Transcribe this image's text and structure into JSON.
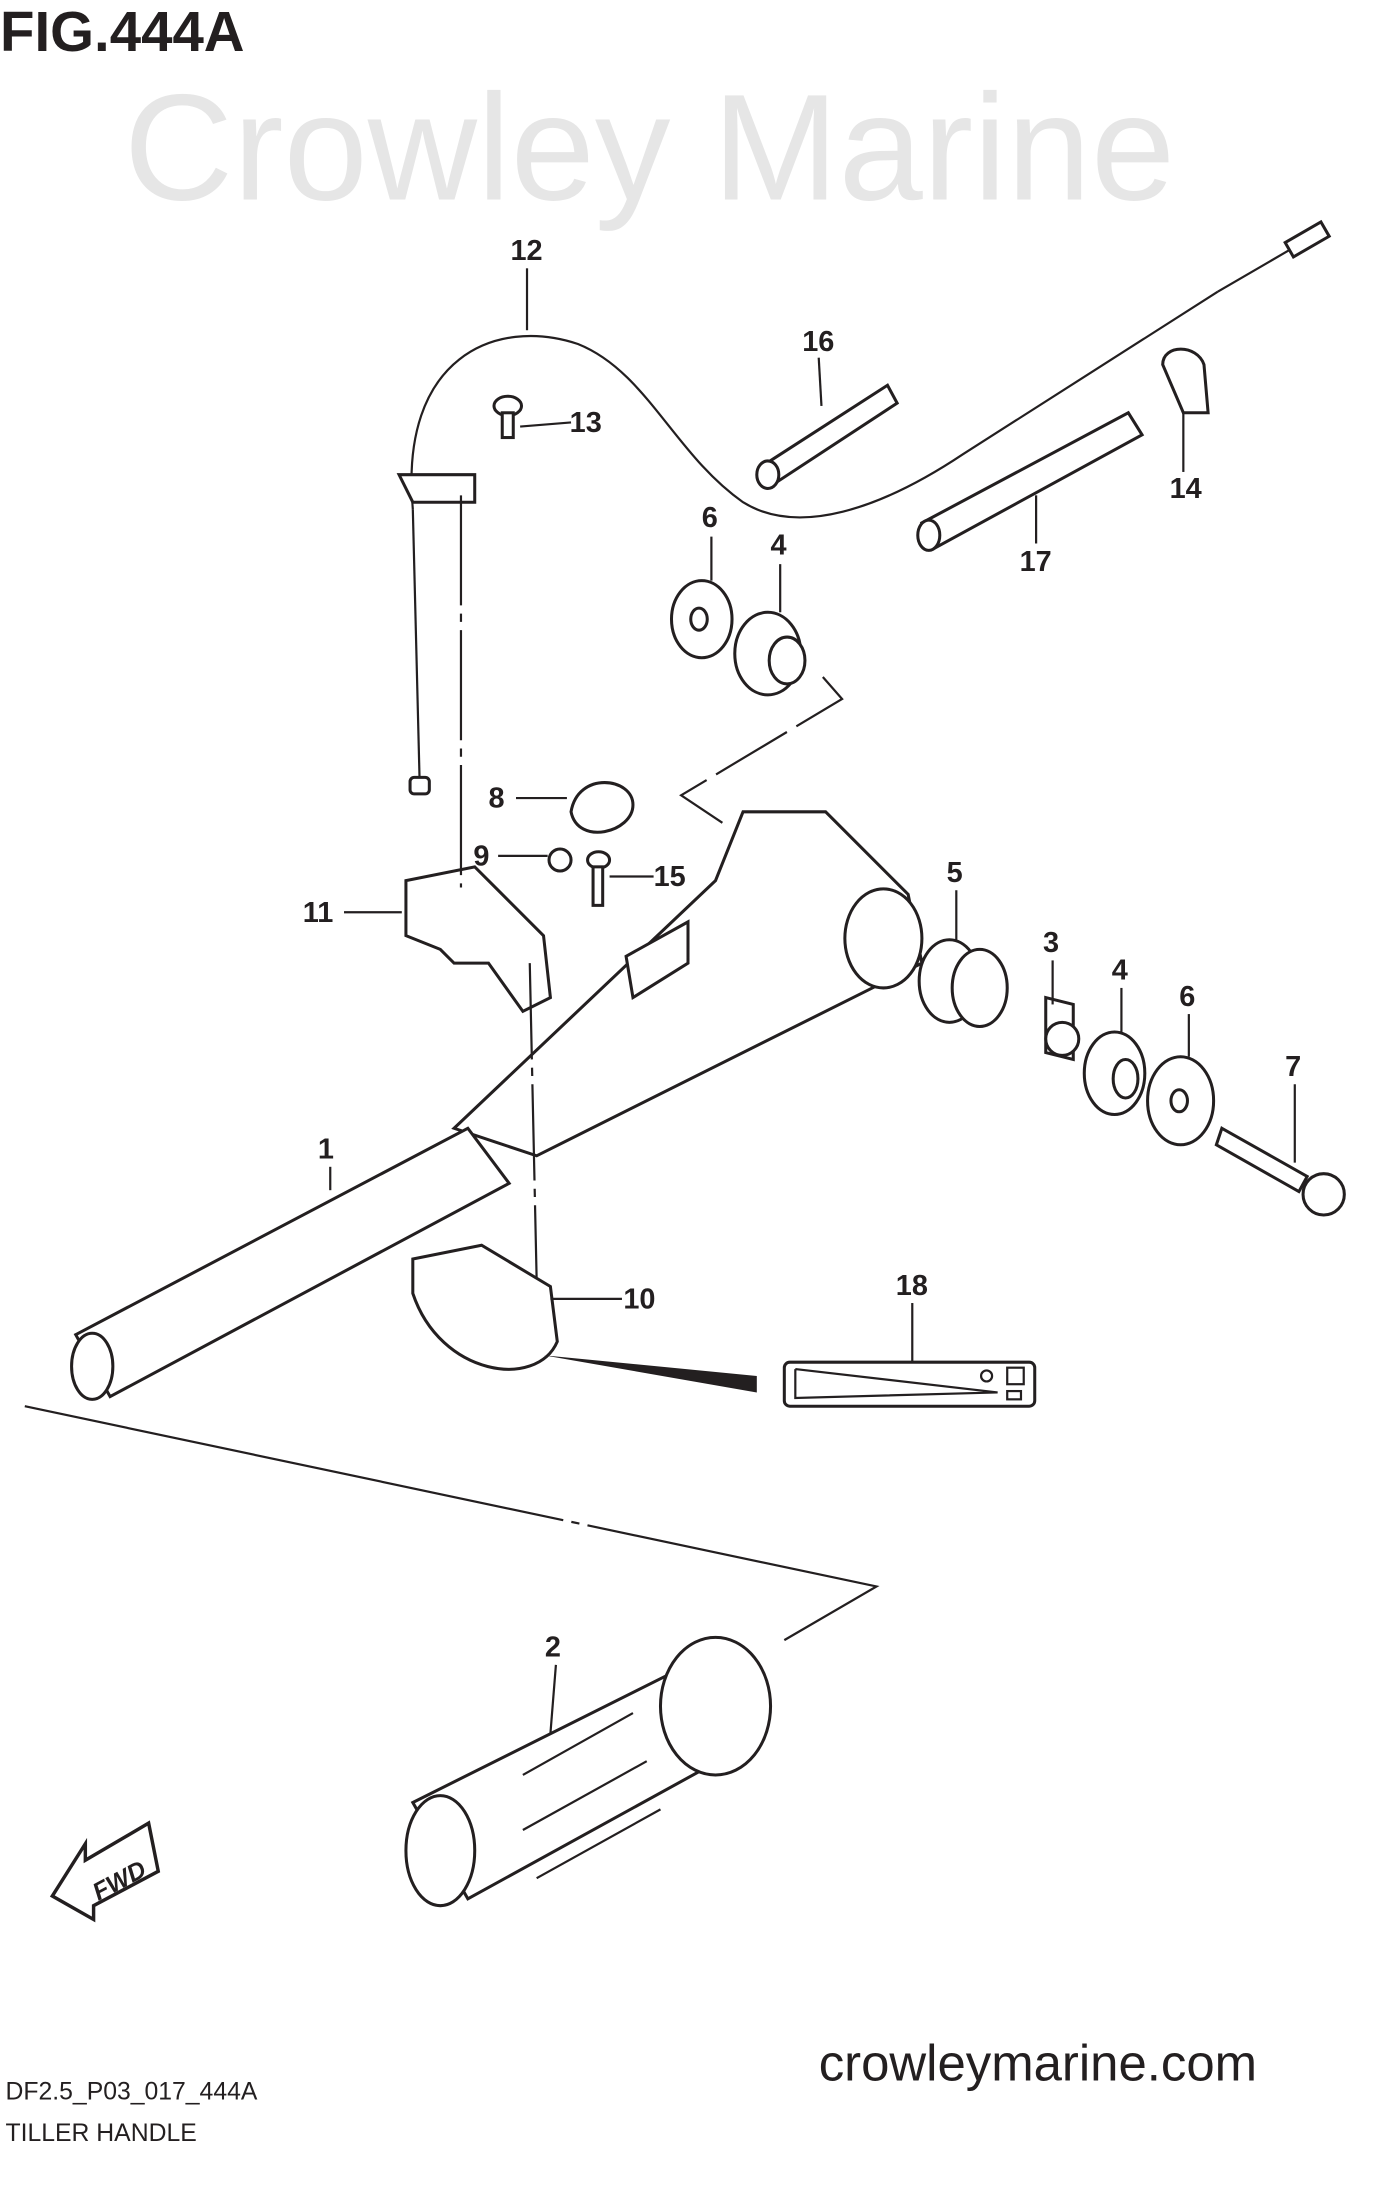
{
  "title": "FIG.444A",
  "watermark": "Crowley Marine",
  "fwd_label": "FWD",
  "footer": {
    "code": "DF2.5_P03_017_444A",
    "name": "TILLER HANDLE",
    "site": "crowleymarine.com"
  },
  "callouts": [
    "1",
    "2",
    "3",
    "4",
    "4",
    "5",
    "6",
    "6",
    "7",
    "8",
    "9",
    "10",
    "11",
    "12",
    "13",
    "14",
    "15",
    "16",
    "17",
    "18"
  ]
}
